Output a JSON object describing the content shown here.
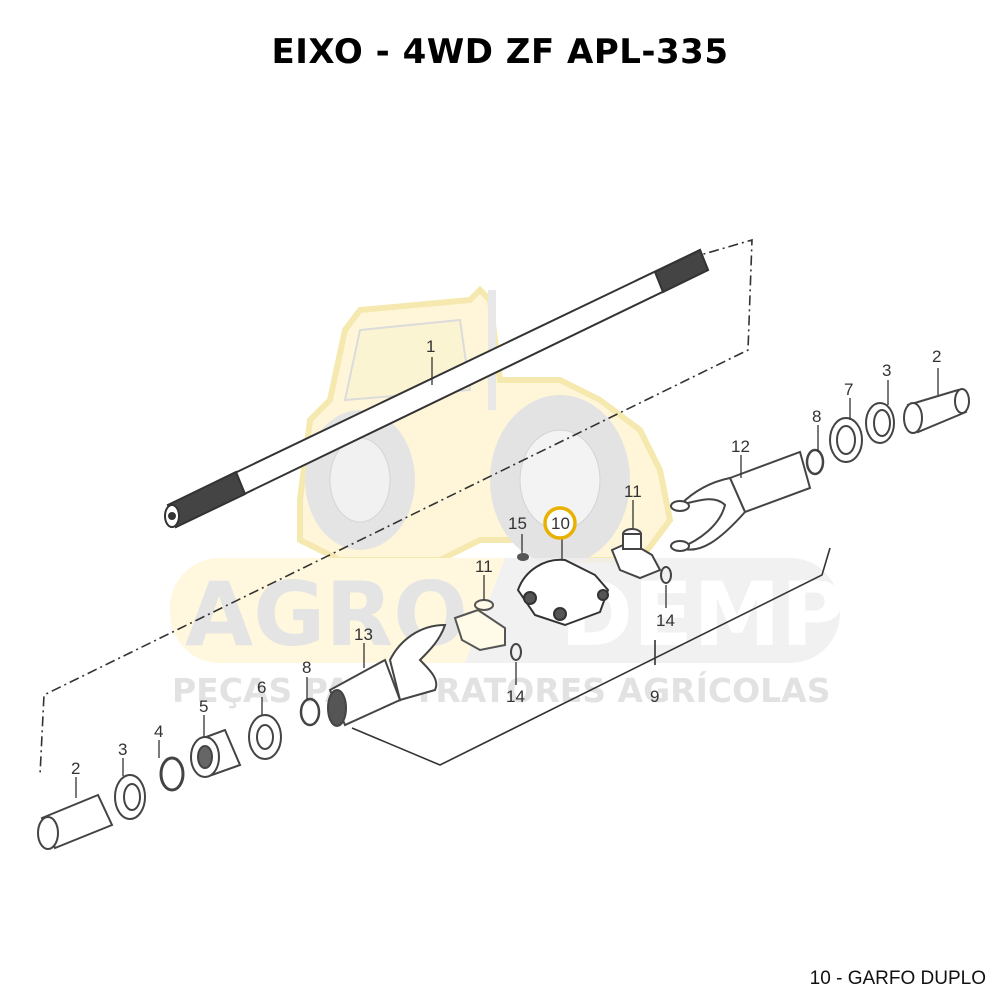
{
  "title": "EIXO - 4WD ZF APL-335",
  "caption": "10 - GARFO DUPLO",
  "highlight": {
    "part": "10",
    "color": "#E8B000"
  },
  "watermark": {
    "brand_left": "AGRO",
    "brand_right": "DEMP",
    "tagline": "PEÇAS PARA TRATORES AGRÍCOLAS"
  },
  "callouts": [
    {
      "id": "c1",
      "label": "1"
    },
    {
      "id": "c2a",
      "label": "2"
    },
    {
      "id": "c3a",
      "label": "3"
    },
    {
      "id": "c7",
      "label": "7"
    },
    {
      "id": "c8a",
      "label": "8"
    },
    {
      "id": "c12",
      "label": "12"
    },
    {
      "id": "c11a",
      "label": "11"
    },
    {
      "id": "c10",
      "label": "10"
    },
    {
      "id": "c15",
      "label": "15"
    },
    {
      "id": "c14a",
      "label": "14"
    },
    {
      "id": "c11b",
      "label": "11"
    },
    {
      "id": "c13",
      "label": "13"
    },
    {
      "id": "c14b",
      "label": "14"
    },
    {
      "id": "c9",
      "label": "9"
    },
    {
      "id": "c8b",
      "label": "8"
    },
    {
      "id": "c6",
      "label": "6"
    },
    {
      "id": "c5",
      "label": "5"
    },
    {
      "id": "c4",
      "label": "4"
    },
    {
      "id": "c3b",
      "label": "3"
    },
    {
      "id": "c2b",
      "label": "2"
    }
  ]
}
